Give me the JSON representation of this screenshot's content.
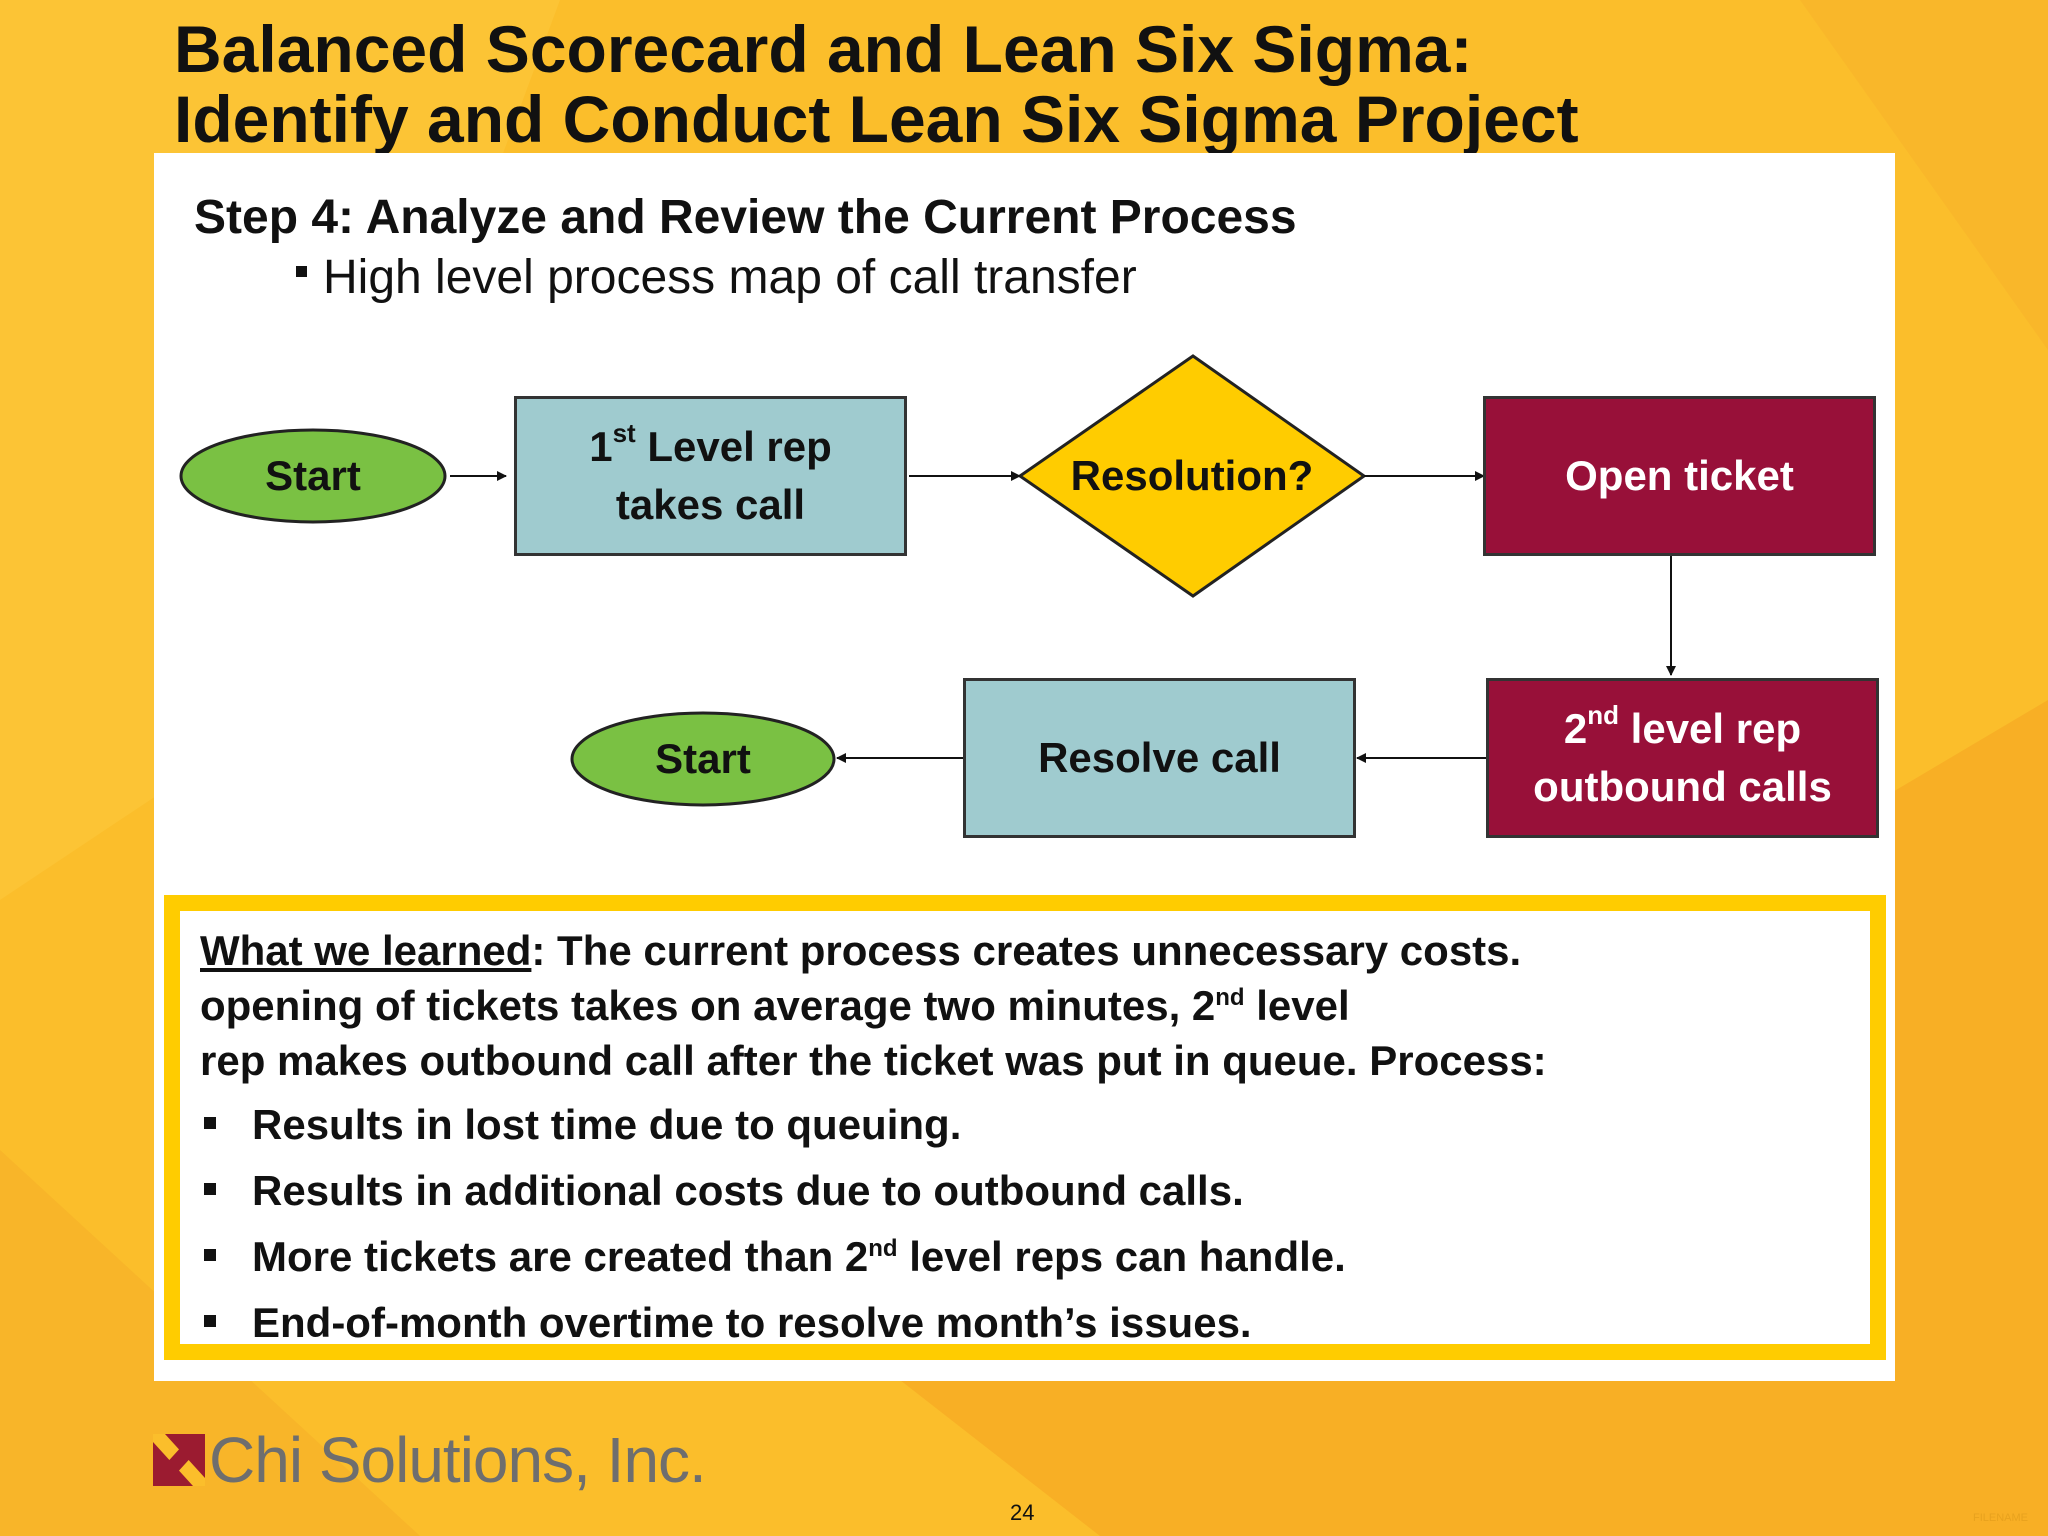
{
  "slide": {
    "title_line1": "Balanced Scorecard and Lean Six Sigma:",
    "title_line2": "Identify and Conduct Lean Six Sigma Project",
    "step_heading": "Step 4:  Analyze and Review the Current Process",
    "sub_bullet": "High level process map of call transfer",
    "page_number": "24",
    "filename": "FILENAME"
  },
  "flowchart": {
    "nodes": {
      "start_top": {
        "label": "Start",
        "shape": "ellipse",
        "color": "#7AC143"
      },
      "first_level_rep": {
        "label_base": "1",
        "label_sup": "st",
        "label_rest": " Level rep",
        "label_line2": "takes call",
        "shape": "rectangle",
        "color": "#9FCBCF"
      },
      "resolution": {
        "label": "Resolution?",
        "shape": "diamond",
        "color": "#FFCC00"
      },
      "open_ticket": {
        "label": "Open ticket",
        "shape": "rectangle",
        "color": "#981039"
      },
      "second_level_rep": {
        "label_base": "2",
        "label_sup": "nd",
        "label_rest": " level rep",
        "label_line2": "outbound calls",
        "shape": "rectangle",
        "color": "#981039"
      },
      "resolve_call": {
        "label": "Resolve call",
        "shape": "rectangle",
        "color": "#9FCBCF"
      },
      "start_bottom": {
        "label": "Start",
        "shape": "ellipse",
        "color": "#7AC143"
      }
    },
    "edges": [
      {
        "from": "start_top",
        "to": "first_level_rep"
      },
      {
        "from": "first_level_rep",
        "to": "resolution"
      },
      {
        "from": "resolution",
        "to": "open_ticket"
      },
      {
        "from": "open_ticket",
        "to": "second_level_rep"
      },
      {
        "from": "second_level_rep",
        "to": "resolve_call"
      },
      {
        "from": "resolve_call",
        "to": "start_bottom"
      }
    ]
  },
  "learned": {
    "label": "What we learned",
    "line1_rest": ":  The current process creates unnecessary costs.",
    "line2_text": "opening of tickets takes on average two minutes, 2",
    "line2_sup": "nd",
    "line2_end": " level",
    "line3": "rep makes outbound call after the ticket was put in queue.  Process:",
    "bullets": [
      "Results in lost time due to queuing.",
      "Results in additional costs due to outbound calls."
    ],
    "bullet3_pre": "More tickets are created than 2",
    "bullet3_sup": "nd",
    "bullet3_post": " level reps can handle.",
    "bullet4": "End-of-month overtime to resolve month’s issues.",
    "border_color": "#FFCC00"
  },
  "logo": {
    "text": "Chi Solutions, Inc.",
    "mark_icon": "x-mark-icon",
    "mark_color": "#9B1B30"
  },
  "colors": {
    "background": "#FBBE2B",
    "accent_orange": "#F7A823"
  }
}
